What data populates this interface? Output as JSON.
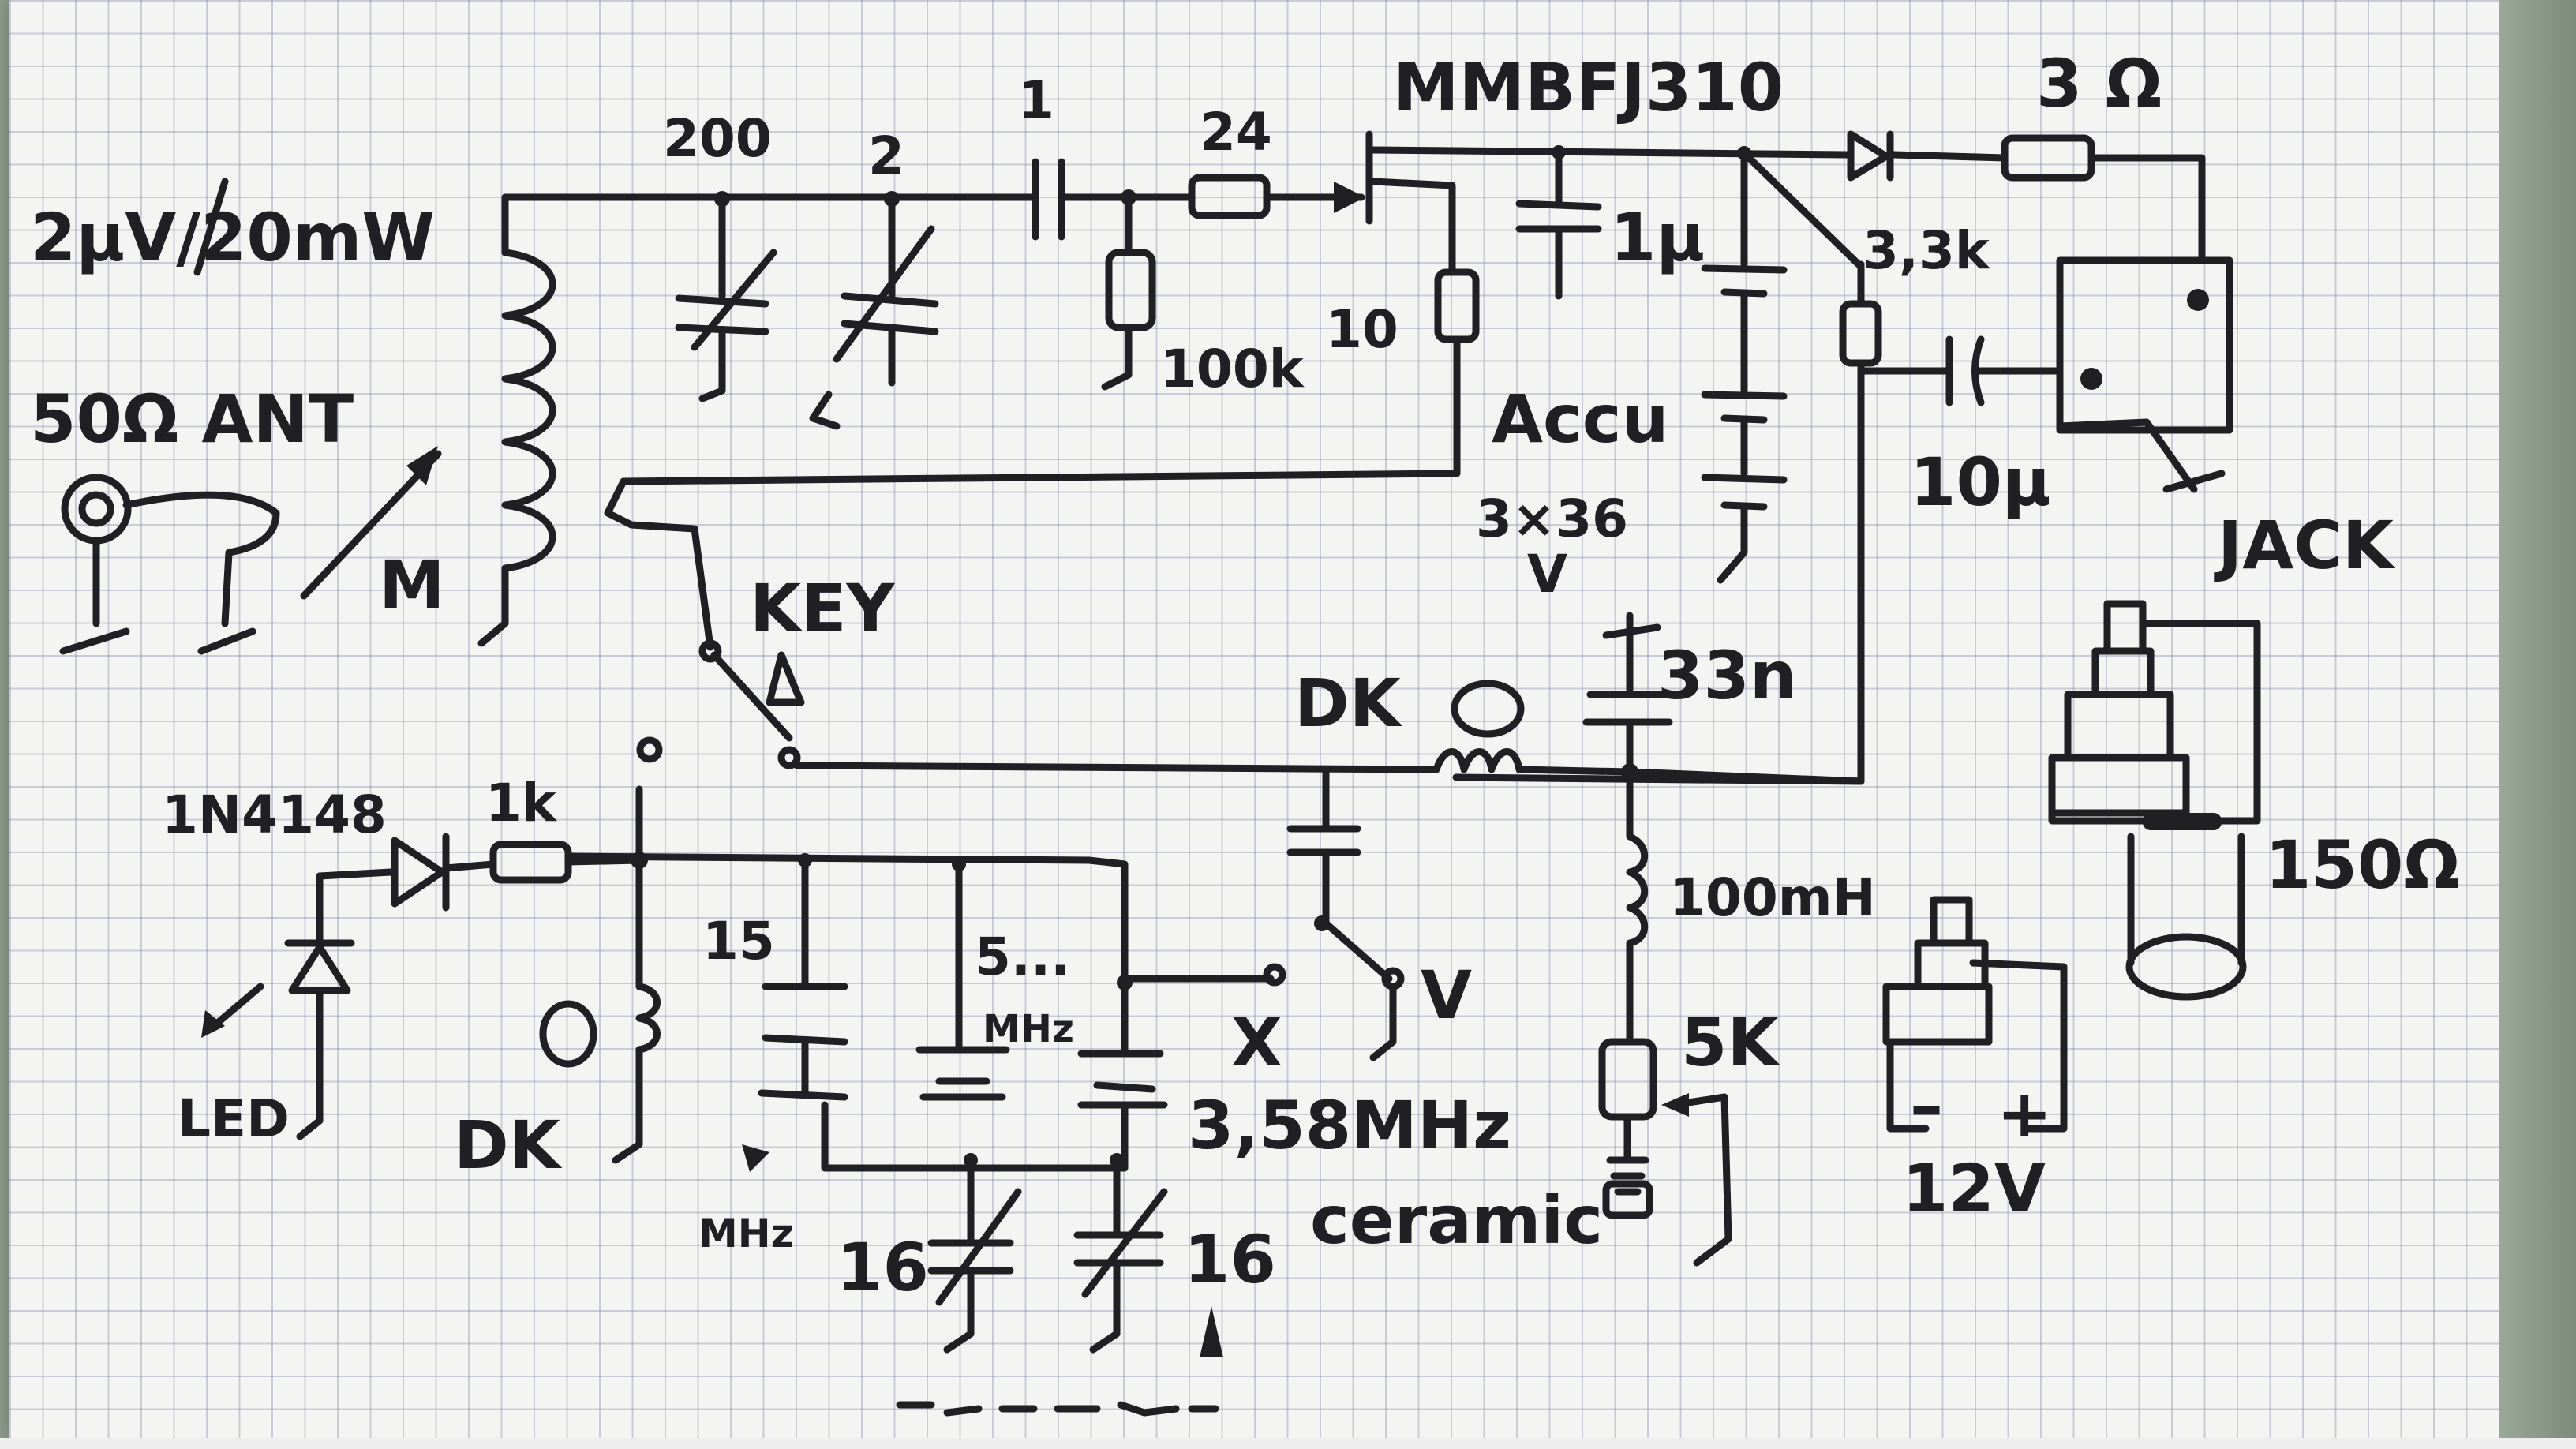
{
  "labels": {
    "power": "2µV/20mW",
    "antenna": "50Ω ANT",
    "meter": "M",
    "cap_200": "200",
    "cap_2": "2",
    "cap_1": "1",
    "res_24": "24",
    "fet": "MMBFJ310",
    "res_3ohm": "3 Ω",
    "res_10": "10",
    "res_100k": "100k",
    "cap_1u": "1µ",
    "res_3_3k": "3,3k",
    "accu": "Accu",
    "accu_spec": "3×36",
    "accu_v": "V",
    "cap_10u": "10µ",
    "jack": "JACK",
    "key": "KEY",
    "dk_top": "DK",
    "cap_33n": "33n",
    "diode": "1N4148",
    "res_1k": "1k",
    "cap_15": "15",
    "xtal_5mhz": "5...",
    "mhz_small": "MHz",
    "x_mark": "X",
    "v_mark": "V",
    "led": "LED",
    "dk_bottom": "DK",
    "mhz_bottom": "MHz",
    "ind_100mh": "100mH",
    "pot_5k": "5K",
    "xtal_358": "3,58MHz",
    "ceramic": "ceramic",
    "trim_16a": "16",
    "trim_16b": "16",
    "speaker": "150Ω",
    "supply": "12V",
    "minus": "–",
    "plus": "+"
  }
}
